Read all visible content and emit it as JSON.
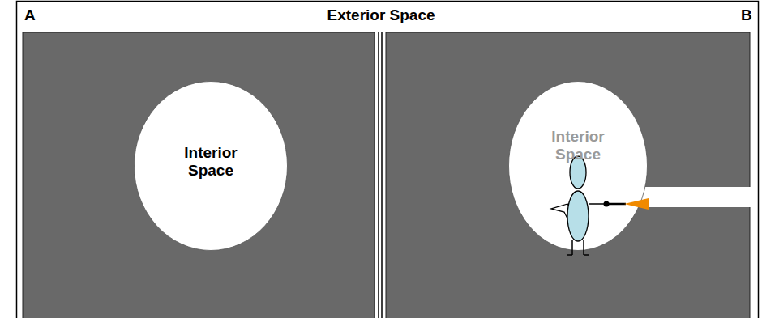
{
  "diagram": {
    "nodes": [
      {
        "text": [
          "Interior Space"
        ]
      },
      {
        "text": [
          "Interior Space"
        ]
      }
    ],
    "labels": [
      "A",
      "Exterior Space",
      "B"
    ]
  }
}
